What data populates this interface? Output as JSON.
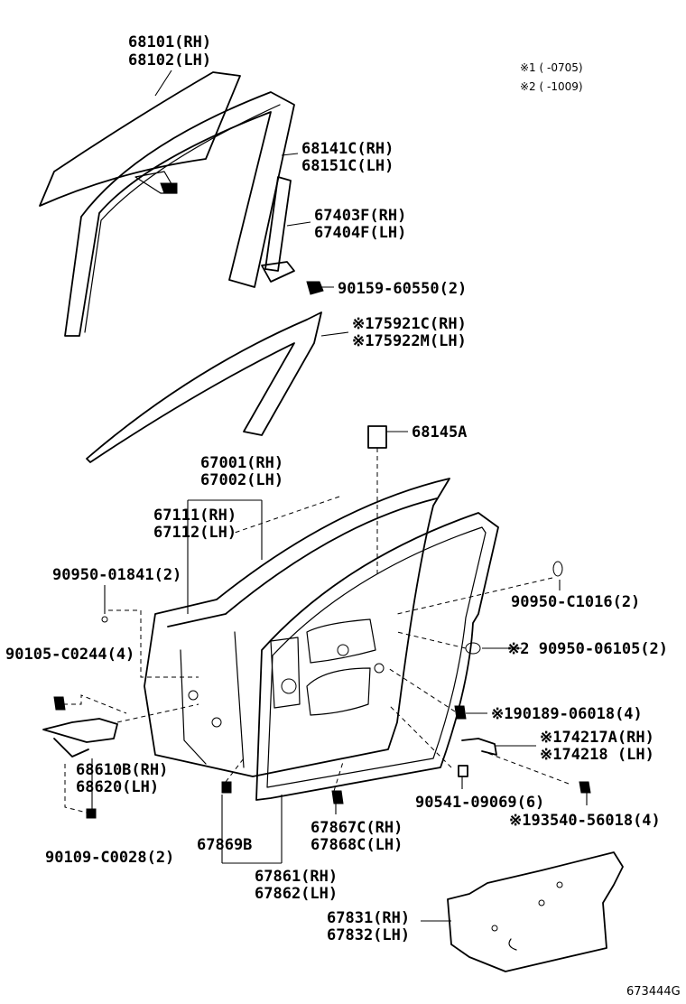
{
  "notes": {
    "n1": "※1 (      -0705)",
    "n2": "※2 (      -1009)"
  },
  "labels": {
    "p68101": "68101(RH)",
    "p68102": "68102(LH)",
    "p68141c": "68141C(RH)",
    "p68151c": "68151C(LH)",
    "p67403f": "67403F(RH)",
    "p67404f": "67404F(LH)",
    "p90159": "90159-60550(2)",
    "p75921c": "※175921C(RH)",
    "p75922m": "※175922M(LH)",
    "p68145a": "68145A",
    "p67001": "67001(RH)",
    "p67002": "67002(LH)",
    "p67111": "67111(RH)",
    "p67112": "67112(LH)",
    "p90950_01841": "90950-01841(2)",
    "p90950_c1016": "90950-C1016(2)",
    "p90105": "90105-C0244(4)",
    "p90950_06105": "※2 90950-06105(2)",
    "p90189": "※190189-06018(4)",
    "p74217a": "※174217A(RH)",
    "p74218": "※174218 (LH)",
    "p68610b": "68610B(RH)",
    "p68620": "68620(LH)",
    "p90541": "90541-09069(6)",
    "p93540": "※193540-56018(4)",
    "p67867c": "67867C(RH)",
    "p67868c": "67868C(LH)",
    "p67869b": "67869B",
    "p90109": "90109-C0028(2)",
    "p67861": "67861(RH)",
    "p67862": "67862(LH)",
    "p67831": "67831(RH)",
    "p67832": "67832(LH)"
  },
  "footer": {
    "code": "673444G"
  }
}
